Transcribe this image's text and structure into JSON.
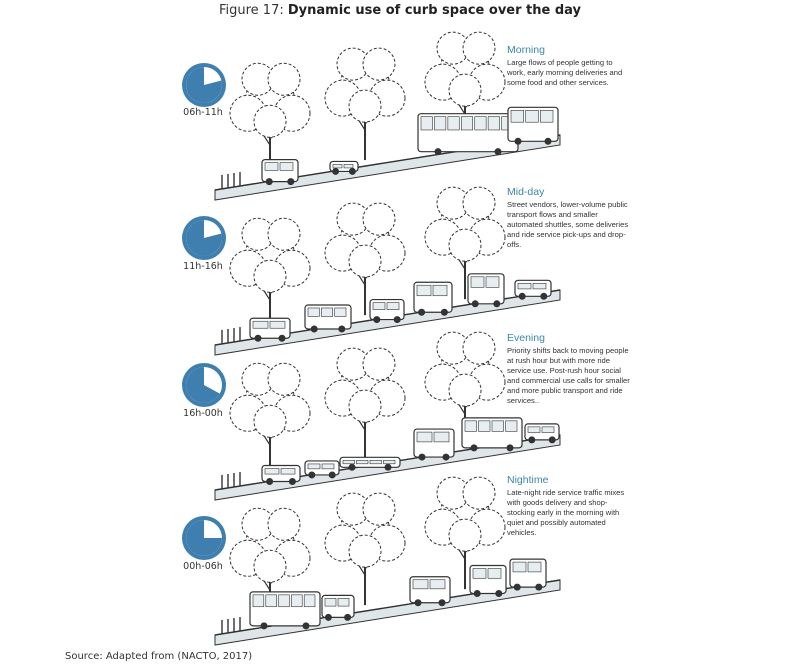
{
  "figure": {
    "prefix": "Figure 17: ",
    "title": "Dynamic use of curb space over the day"
  },
  "colors": {
    "accent": "#3d86a8",
    "clock_blue": "#3f7fb0",
    "curb": "#dfe6e9",
    "line": "#333333"
  },
  "panels": [
    {
      "time": "06h-11h",
      "title": "Morning",
      "description": "Large flows of people getting to work, early morning deliveries and some food and other services.",
      "clock_fraction": 0.21
    },
    {
      "time": "11h-16h",
      "title": "Mid-day",
      "description": "Street vendors, lower-volume public transport flows and smaller automated shuttles, some deliveries and ride service pick-ups and drop-offs.",
      "clock_fraction": 0.21
    },
    {
      "time": "16h-00h",
      "title": "Evening",
      "description": "Priority shifts back to moving people at rush hour but with more ride service use. Post-rush hour social and commercial use calls for smaller and more public transport and ride services..",
      "clock_fraction": 0.33
    },
    {
      "time": "00h-06h",
      "title": "Nightime",
      "description": "Late-night ride service traffic mixes with goods delivery and shop-stocking early in the morning with quiet and possibly automated vehicles.",
      "clock_fraction": 0.25
    }
  ],
  "source": "Source: Adapted from (NACTO, 2017)"
}
